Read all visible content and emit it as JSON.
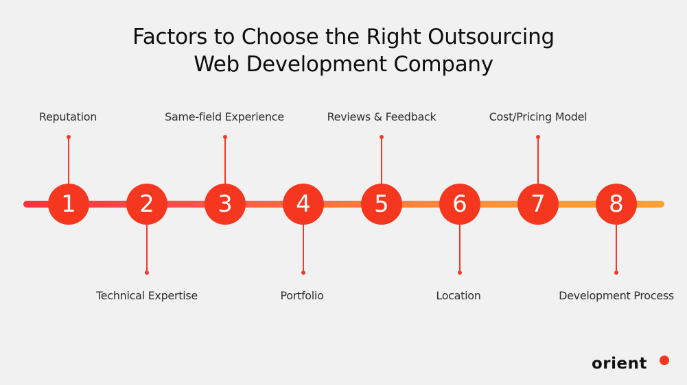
{
  "title": {
    "line1": "Factors to Choose the Right Outsourcing",
    "line2": "Web Development Company"
  },
  "colors": {
    "background": "#f1f1f1",
    "node": "#f5371f",
    "track_start": "#f5333f",
    "track_end": "#fba132",
    "text": "#2e2e2e"
  },
  "factors": [
    {
      "number": "1",
      "label": "Reputation",
      "position": "above"
    },
    {
      "number": "2",
      "label": "Technical Expertise",
      "position": "below"
    },
    {
      "number": "3",
      "label": "Same-field Experience",
      "position": "above"
    },
    {
      "number": "4",
      "label": "Portfolio",
      "position": "below"
    },
    {
      "number": "5",
      "label": "Reviews & Feedback",
      "position": "above"
    },
    {
      "number": "6",
      "label": "Location",
      "position": "below"
    },
    {
      "number": "7",
      "label": "Cost/Pricing Model",
      "position": "above"
    },
    {
      "number": "8",
      "label": "Development Process",
      "position": "below"
    }
  ],
  "logo": {
    "text": "orient",
    "dot_icon": "red-dot"
  }
}
